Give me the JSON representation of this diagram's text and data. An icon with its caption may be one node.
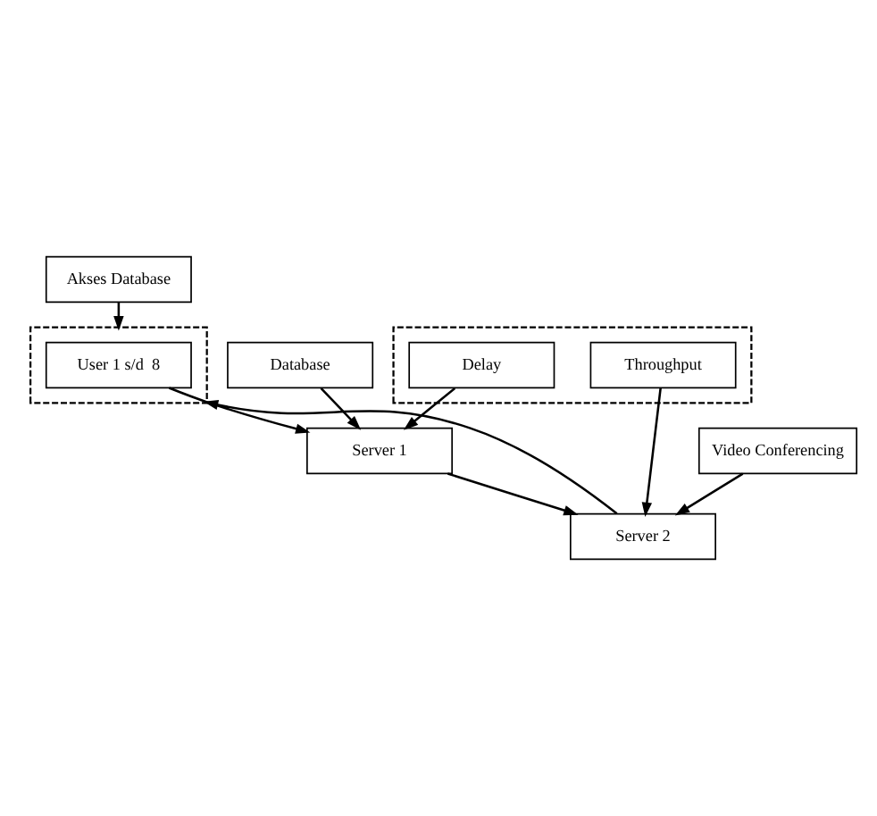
{
  "diagram": {
    "nodes": [
      {
        "text": [
          "Akses Database"
        ]
      },
      {
        "text": [],
        "shape": "box"
      },
      {
        "text": [
          "User 1 s/d  8"
        ],
        "in": 1
      },
      {
        "text": [
          "Database"
        ]
      },
      {
        "text": [],
        "shape": "box"
      },
      {
        "text": [
          "Delay"
        ],
        "in": 4
      },
      {
        "text": [
          "Throughput"
        ],
        "in": 4
      },
      {
        "text": [
          "Server 1"
        ]
      },
      {
        "text": [
          "Server 2"
        ]
      },
      {
        "text": [
          "Video Conferencing"
        ]
      }
    ],
    "edges": [
      {
        "from": 0,
        "to": 1,
        "arrow": "to"
      },
      {
        "from": 2,
        "to": 7,
        "arrow": "to"
      },
      {
        "from": 3,
        "to": 7,
        "arrow": "to"
      },
      {
        "from": 5,
        "to": 7,
        "arrow": "to"
      },
      {
        "from": 6,
        "to": 8,
        "arrow": "to"
      },
      {
        "from": 7,
        "to": 8,
        "arrow": "to"
      },
      {
        "from": 9,
        "to": 8,
        "arrow": "to"
      },
      {
        "from": 8,
        "to": 1,
        "arrow": "to"
      }
    ]
  }
}
